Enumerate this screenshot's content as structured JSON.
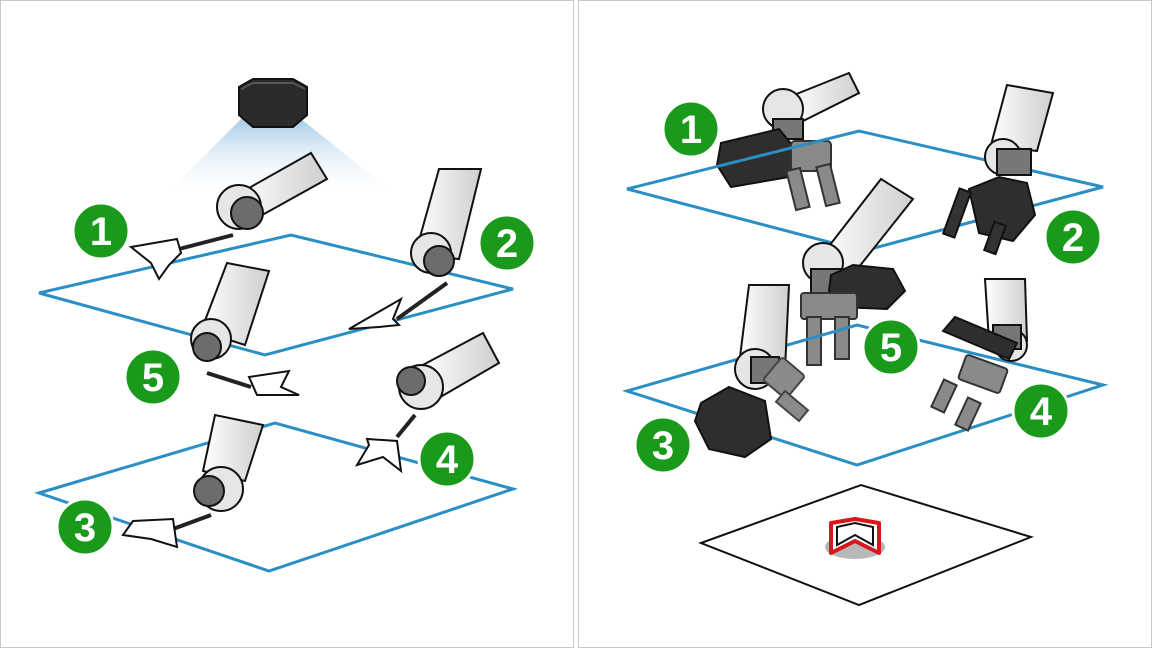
{
  "colors": {
    "badge": "#1a9a1a",
    "plane": "#2a8fc4",
    "arm_light": "#e8e8e8",
    "joint_dark": "#707070",
    "camera": "#2b2b2b",
    "gripper_dark": "#333333",
    "gripper_gray": "#8a8a8a",
    "target": "#d8161b"
  },
  "icons": {
    "camera": "camera-icon",
    "target": "target-marker-icon"
  },
  "left_panel": {
    "badges": [
      "1",
      "2",
      "3",
      "4",
      "5"
    ]
  },
  "right_panel": {
    "badges": [
      "1",
      "2",
      "3",
      "4",
      "5"
    ]
  }
}
